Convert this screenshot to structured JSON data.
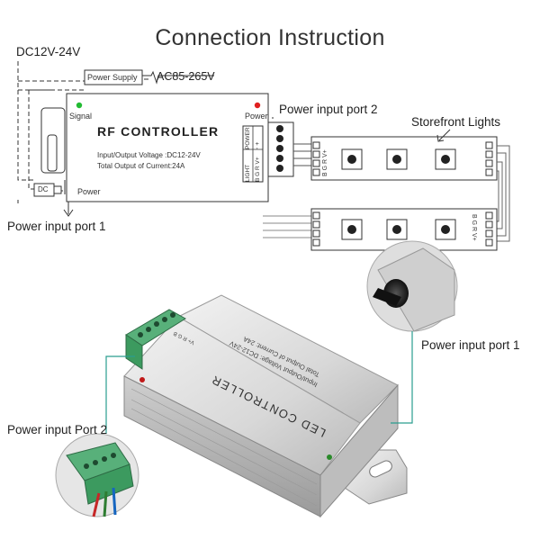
{
  "title": "Connection Instruction",
  "wiring": {
    "voltage_label": "DC12V-24V",
    "power_supply_label": "Power Supply",
    "ac_label": "AC85-265V",
    "signal_label": "Signal",
    "power_label_top": "Power",
    "power_label_bottom": "Power",
    "dc_label": "DC",
    "controller_name": "RF CONTROLLER",
    "voltage_spec": "Input/Output Voltage :DC12-24V",
    "current_spec": "Total Output of Current:24A",
    "terminal_power": "POWER",
    "terminal_power_pins": "- +",
    "terminal_light": "LIGHT",
    "terminal_light_pins": "B G R V+",
    "strip1_pins": "B G R V+",
    "strip2_pins": "B G R V+",
    "power_input_port_2": "Power input port 2",
    "power_input_port_1": "Power input port 1",
    "storefront_lights": "Storefront Lights"
  },
  "photo": {
    "device_name": "LED CONTROLLER",
    "device_voltage": "Input/Output Voltage: DC12-24V",
    "device_current": "Total Output of Current: 24A",
    "terminal_text": "V+ R G B",
    "power_input_port_1": "Power input port 1",
    "power_input_port_2": "Power input Port 2"
  },
  "colors": {
    "led_red": "#e02020",
    "led_green": "#22bb33",
    "terminal_green": "#3c9a5f",
    "callout_teal": "#2a9d8f",
    "aluminum": "#dcdcdc"
  }
}
